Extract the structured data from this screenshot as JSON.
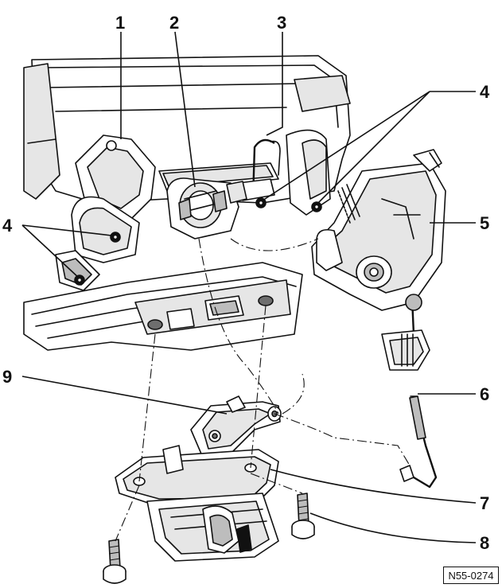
{
  "callouts": {
    "c1": "1",
    "c2": "2",
    "c3": "3",
    "c4_top_right": "4",
    "c4_left": "4",
    "c5": "5",
    "c6": "6",
    "c7": "7",
    "c8": "8",
    "c9": "9"
  },
  "reference_code": "N55-0274"
}
